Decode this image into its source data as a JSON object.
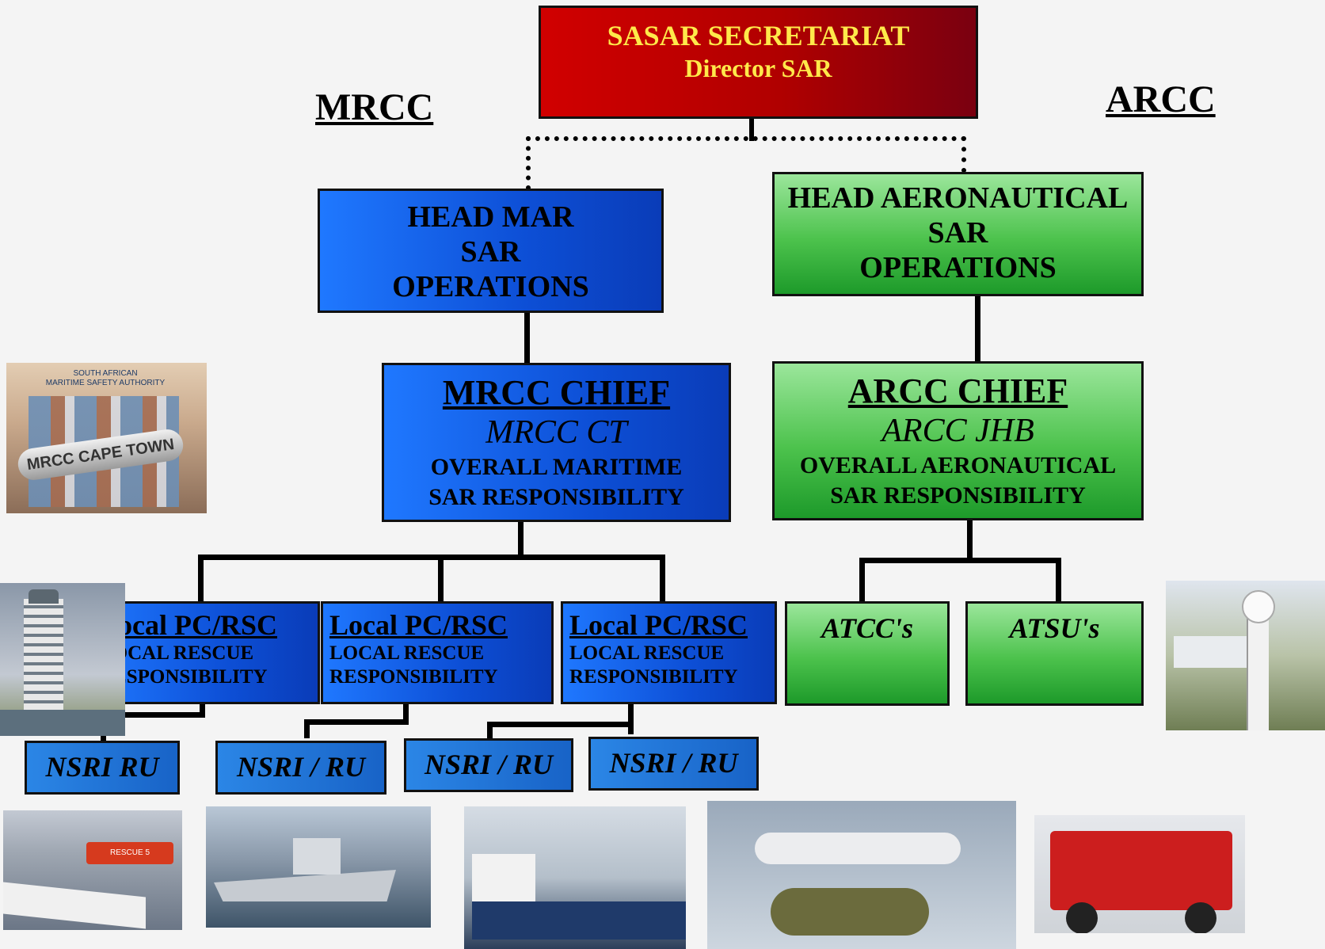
{
  "headers": {
    "left": "MRCC",
    "right": "ARCC"
  },
  "secretariat": {
    "title": "SASAR SECRETARIAT",
    "subtitle": "Director  SAR"
  },
  "head_mar": {
    "line1": "HEAD MAR",
    "line2": "SAR",
    "line3": "OPERATIONS"
  },
  "head_aero": {
    "line1": "HEAD AERONAUTICAL",
    "line2": "SAR",
    "line3": "OPERATIONS"
  },
  "mrcc_chief": {
    "title": "MRCC CHIEF",
    "center": "MRCC CT",
    "line1": "OVERALL MARITIME",
    "line2": "SAR RESPONSIBILITY"
  },
  "arcc_chief": {
    "title": "ARCC CHIEF",
    "center": "ARCC JHB",
    "line1": "OVERALL AERONAUTICAL",
    "line2": "SAR RESPONSIBILITY"
  },
  "local_pc": [
    {
      "title": "Local PC/RSC",
      "line1": "LOCAL RESCUE",
      "line2": "RESPONSIBILITY"
    },
    {
      "title": "Local PC/RSC",
      "line1": "LOCAL RESCUE",
      "line2": "RESPONSIBILITY"
    },
    {
      "title": "Local PC/RSC",
      "line1": "LOCAL RESCUE",
      "line2": "RESPONSIBILITY"
    }
  ],
  "atc": [
    "ATCC's",
    "ATSU's"
  ],
  "nsri": [
    "NSRI RU",
    "NSRI / RU",
    "NSRI / RU",
    "NSRI / RU"
  ],
  "photo_sign": {
    "top1": "SOUTH AFRICAN",
    "top2": "MARITIME SAFETY AUTHORITY",
    "main": "MRCC CAPE TOWN"
  },
  "photo_boat": {
    "label": "RESCUE 5"
  },
  "colors": {
    "mrcc_blue": "#1f78ff",
    "arcc_green": "#4cc24c",
    "secretariat_red": "#c00000",
    "secretariat_text": "#ffe94a"
  }
}
